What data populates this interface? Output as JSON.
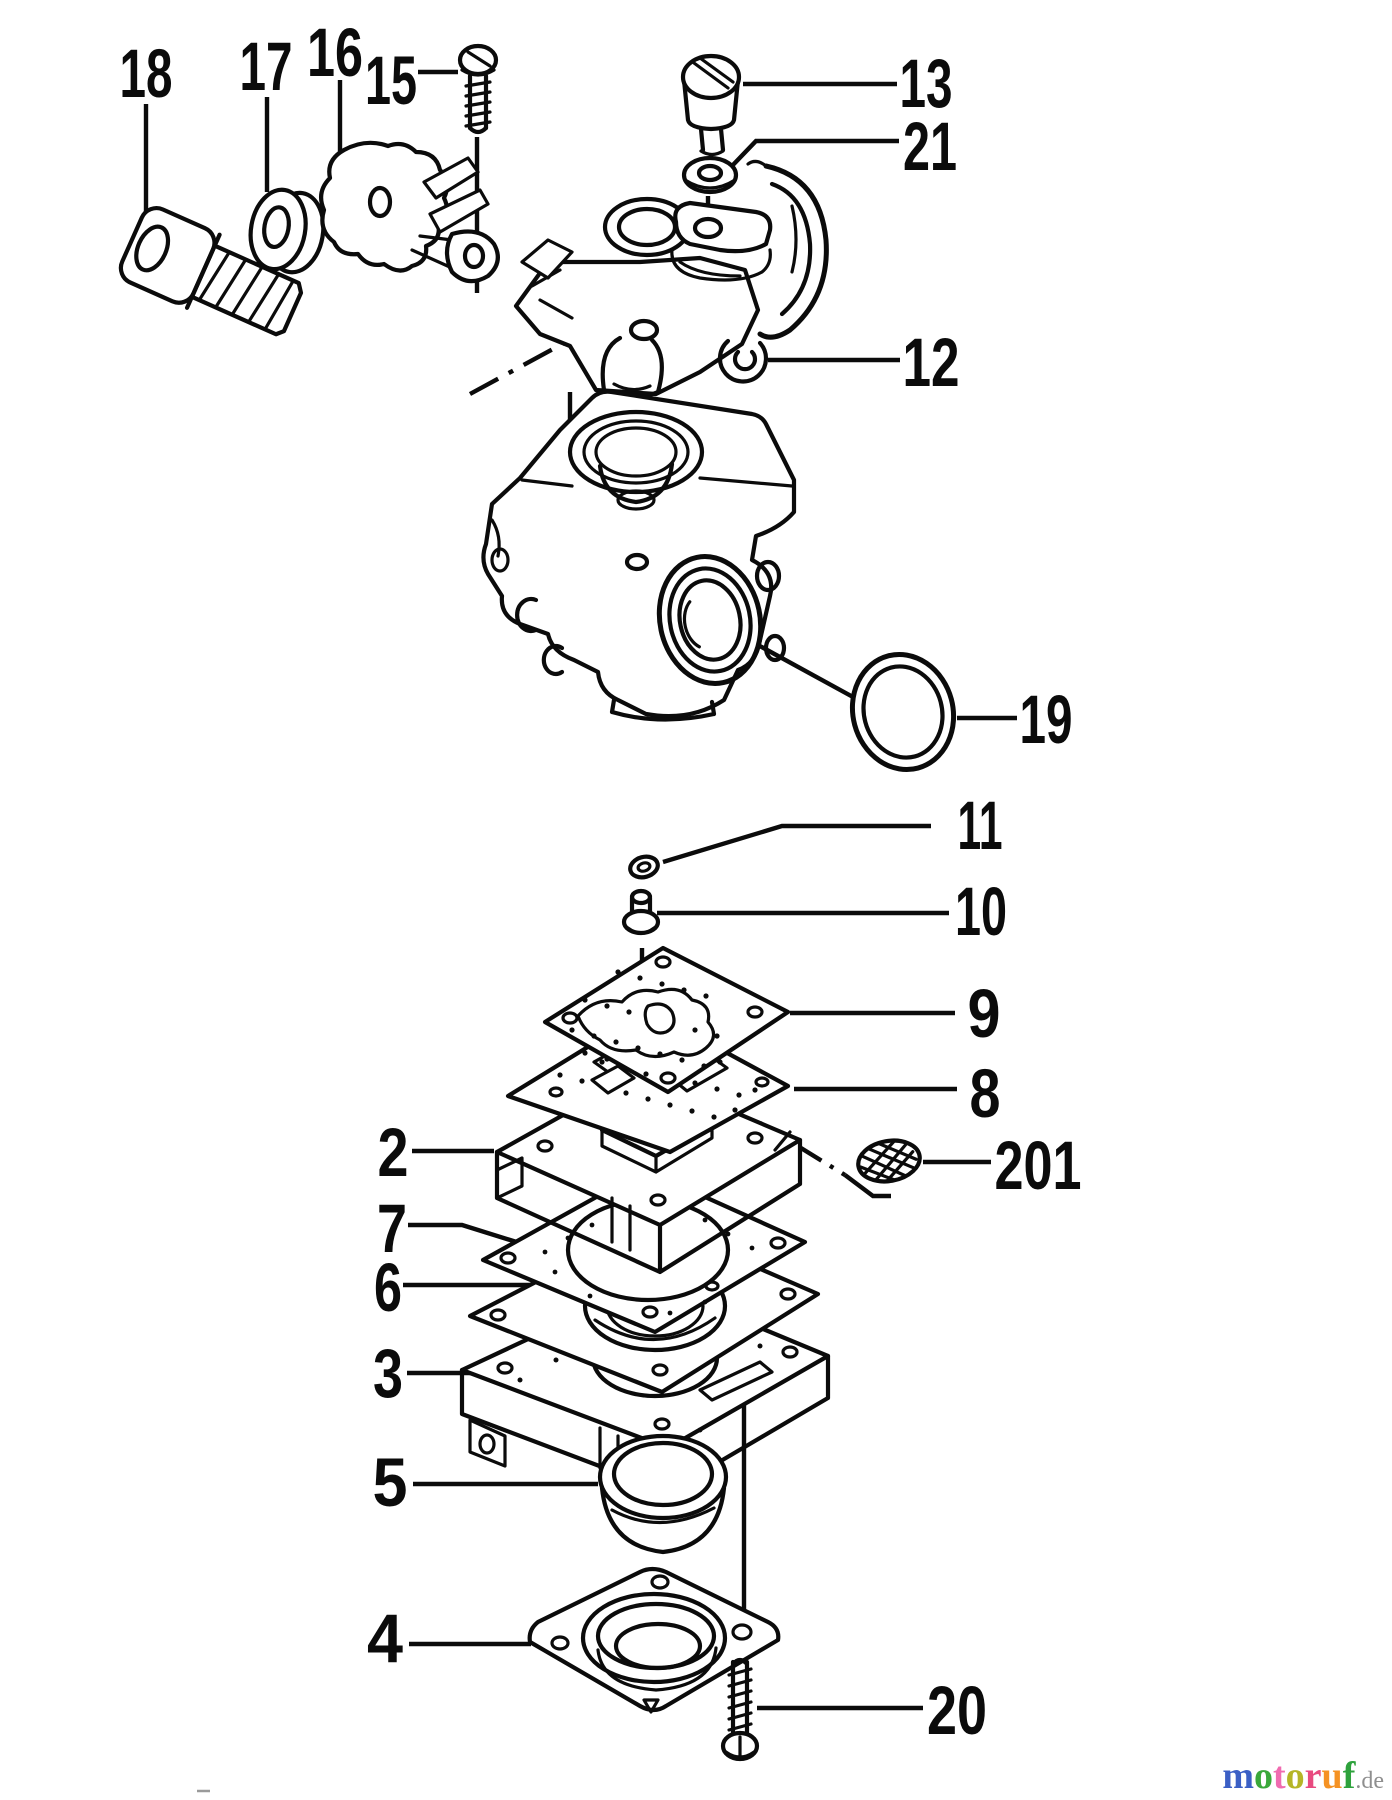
{
  "diagram": {
    "callouts": [
      {
        "text": "18"
      },
      {
        "text": "17"
      },
      {
        "text": "16"
      },
      {
        "text": "15"
      },
      {
        "text": "13"
      },
      {
        "text": "21"
      },
      {
        "text": "12"
      },
      {
        "text": "19"
      },
      {
        "text": "11"
      },
      {
        "text": "10"
      },
      {
        "text": "9"
      },
      {
        "text": "8"
      },
      {
        "text": "2"
      },
      {
        "text": "201"
      },
      {
        "text": "7"
      },
      {
        "text": "6"
      },
      {
        "text": "3"
      },
      {
        "text": "5"
      },
      {
        "text": "4"
      },
      {
        "text": "20"
      }
    ]
  },
  "watermark": {
    "letters": [
      {
        "ch": "m",
        "color": "#3b5fc5"
      },
      {
        "ch": "o",
        "color": "#3aa83a"
      },
      {
        "ch": "t",
        "color": "#f06bb0"
      },
      {
        "ch": "o",
        "color": "#b5b526"
      },
      {
        "ch": "r",
        "color": "#e84a7f"
      },
      {
        "ch": "u",
        "color": "#f59223"
      },
      {
        "ch": "f",
        "color": "#2ea23c"
      }
    ],
    "suffix": ".de",
    "suffix_color": "#8f8f8f"
  }
}
